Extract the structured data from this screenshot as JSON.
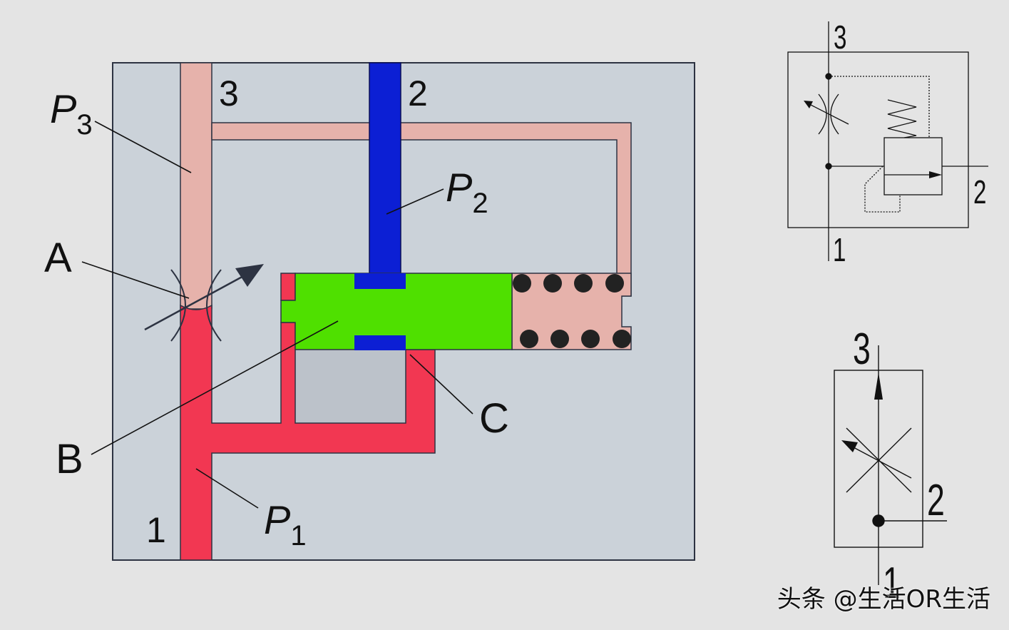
{
  "diagram": {
    "ports": {
      "p1": "1",
      "p2": "2",
      "p3": "3"
    },
    "pressures": {
      "p1": {
        "base": "P",
        "sub": "1"
      },
      "p2": {
        "base": "P",
        "sub": "2"
      },
      "p3": {
        "base": "P",
        "sub": "3"
      }
    },
    "callouts": {
      "a": "A",
      "b": "B",
      "c": "C"
    }
  },
  "symbol_top": {
    "port3": "3",
    "port2": "2",
    "port1": "1"
  },
  "symbol_bottom": {
    "port3": "3",
    "port2": "2",
    "port1": "1"
  },
  "watermark": "头条 @生活OR生活",
  "colors": {
    "background": "#e4e4e4",
    "body": "#cbd2d9",
    "port1_red": "#f23752",
    "port3_pink": "#e6b2ab",
    "port2_blue": "#0c1fd4",
    "spool_green": "#4fe000",
    "cavity_grey": "#bcc2ca",
    "outline": "#2d3342"
  }
}
